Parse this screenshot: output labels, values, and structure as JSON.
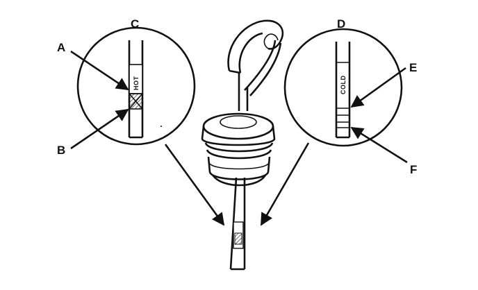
{
  "labels": {
    "a": "A",
    "b": "B",
    "c": "C",
    "d": "D",
    "e": "E",
    "f": "F"
  },
  "dipstick_marks": {
    "hot": "HOT",
    "cold": "COLD"
  }
}
